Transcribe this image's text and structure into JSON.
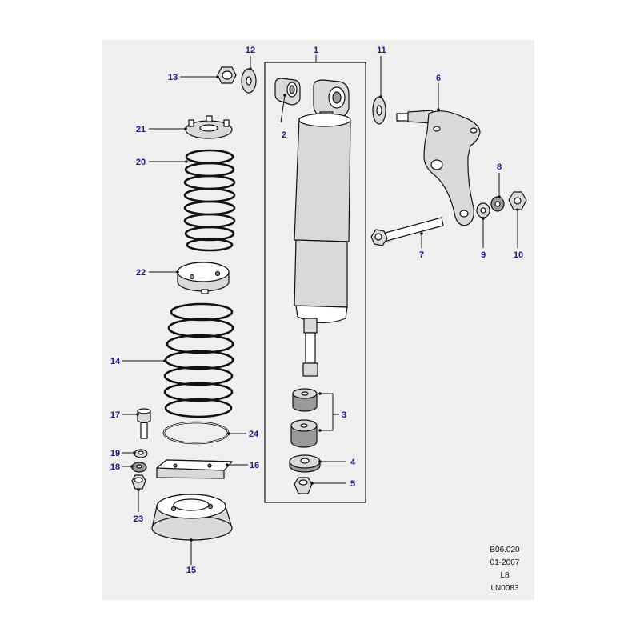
{
  "colors": {
    "background": "#efefef",
    "callout_text": "#1a1a8c",
    "line": "#111111"
  },
  "callouts": {
    "c1": "1",
    "c2": "2",
    "c3": "3",
    "c4": "4",
    "c5": "5",
    "c6": "6",
    "c7": "7",
    "c8": "8",
    "c9": "9",
    "c10": "10",
    "c11": "11",
    "c12": "12",
    "c13": "13",
    "c14": "14",
    "c15": "15",
    "c16": "16",
    "c17": "17",
    "c18": "18",
    "c19": "19",
    "c20": "20",
    "c21": "21",
    "c22": "22",
    "c23": "23",
    "c24": "24"
  },
  "reference": {
    "code": "B06.020",
    "date": "01-2007",
    "level": "L8",
    "drawing": "LN0083"
  }
}
